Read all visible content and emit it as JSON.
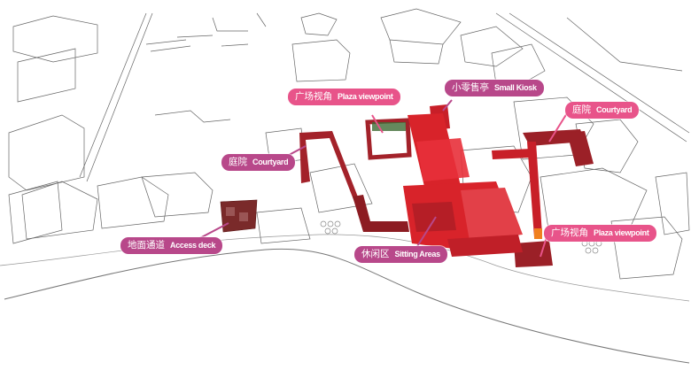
{
  "diagram": {
    "type": "axonometric urban design sketch",
    "colors": {
      "callout_magenta": "#b8488a",
      "callout_pink": "#e8548a",
      "structure_red": "#d8232a",
      "structure_dark": "#8c1c22",
      "accent_orange": "#f08020",
      "sketch_line": "#555555"
    },
    "labels": [
      {
        "id": "plaza-viewpoint-top",
        "zh": "广场视角",
        "en": "Plaza viewpoint"
      },
      {
        "id": "small-kiosk",
        "zh": "小零售亭",
        "en": "Small Kiosk"
      },
      {
        "id": "courtyard-right",
        "zh": "庭院",
        "en": "Courtyard"
      },
      {
        "id": "courtyard-left",
        "zh": "庭院",
        "en": "Courtyard"
      },
      {
        "id": "access-deck",
        "zh": "地面通道",
        "en": "Access deck"
      },
      {
        "id": "sitting-areas",
        "zh": "休闲区",
        "en": "Sitting Areas"
      },
      {
        "id": "plaza-viewpoint-bottom",
        "zh": "广场视角",
        "en": "Plaza viewpoint"
      }
    ]
  }
}
